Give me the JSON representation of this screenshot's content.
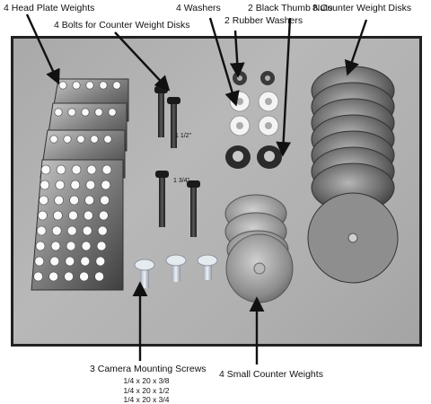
{
  "labels": {
    "head_plate": "4 Head Plate Weights",
    "bolts": "4 Bolts for Counter Weight Disks",
    "washers": "4 Washers",
    "rubber_washers": "2 Rubber Washers",
    "thumb_nuts": "2 Black Thumb Nuts",
    "counter_disks": "8 Counter Weight Disks",
    "camera_screws": "3 Camera Mounting Screws",
    "small_counter": "4 Small Counter Weights"
  },
  "screw_sizes": [
    "1/4 x 20 x 3/8",
    "1/4 x 20 x 1/2",
    "1/4 x 20 x 3/4"
  ],
  "bolt_sizes": [
    "1 1/2\"",
    "1 3/4\""
  ],
  "colors": {
    "background": "#b0b0b0",
    "metal": "#8a8a8a",
    "dark_metal": "#2f2f2f",
    "border": "#222222"
  }
}
